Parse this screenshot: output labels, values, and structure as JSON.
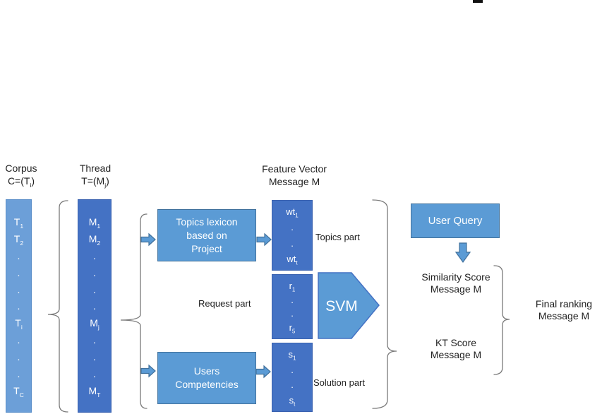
{
  "colors": {
    "col-light": "#6C9FD8",
    "col-light-border": "#5B8FC9",
    "col-dark": "#4472C4",
    "vec-border": "#3A62B0",
    "box-medium": "#5B9BD5",
    "box-medium-border": "#41719C",
    "brace": "#7A7A7A",
    "text-dark": "#1F1F1F",
    "mark": "#111111"
  },
  "corpus": {
    "title": "Corpus",
    "formula": {
      "pre": "C=(T",
      "sub": "i",
      "post": ")"
    },
    "items": [
      "T|1",
      "T|2",
      ".",
      ".",
      ".",
      ".",
      "T|i",
      ".",
      ".",
      ".",
      "T|C"
    ]
  },
  "thread": {
    "title": "Thread",
    "formula": {
      "pre": "T=(M",
      "sub": "j",
      "post": ")"
    },
    "items": [
      "M|1",
      "M|2",
      ".",
      ".",
      ".",
      ".",
      "M|j",
      ".",
      ".",
      ".",
      "M|T"
    ]
  },
  "pipeline": {
    "topics_box": {
      "lines": [
        "Topics lexicon",
        "based on",
        "Project"
      ]
    },
    "users_box": {
      "lines": [
        "Users",
        "Competencies"
      ]
    },
    "svm_label": "SVM",
    "user_query_label": "User Query"
  },
  "feature_vector": {
    "header": {
      "lines": [
        "Feature Vector",
        "Message M"
      ]
    },
    "topics": {
      "items": [
        "wt|1",
        ".",
        ".",
        "wt|t"
      ],
      "label": "Topics part"
    },
    "request": {
      "items": [
        "r|1",
        ".",
        ".",
        "r|5"
      ],
      "label": "Request part"
    },
    "solution": {
      "items": [
        "s|1",
        ".",
        ".",
        "s|t"
      ],
      "label": "Solution part"
    }
  },
  "outputs": {
    "similarity": {
      "lines": [
        "Similarity Score",
        "Message M"
      ]
    },
    "kt": {
      "lines": [
        "KT Score",
        "Message M"
      ]
    },
    "final": {
      "lines": [
        "Final ranking",
        "Message M"
      ]
    }
  }
}
